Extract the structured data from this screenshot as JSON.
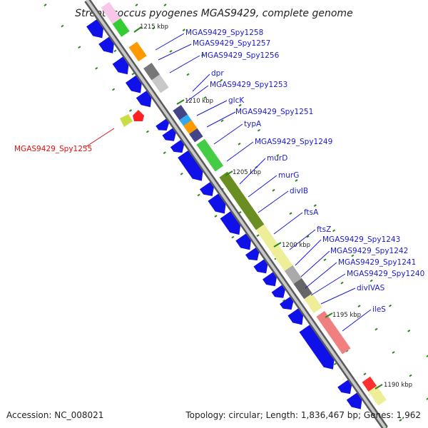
{
  "title": "Streptococcus pyogenes MGAS9429, complete genome",
  "footer": {
    "accession": "Accession: NC_008021",
    "topology": "Topology: circular; Length: 1,836,467 bp; Genes: 1,962"
  },
  "kbp_marks": [
    "1215 kbp",
    "1210 kbp",
    "1205 kbp",
    "1200 kbp",
    "1195 kbp",
    "1190 kbp"
  ],
  "gene_labels": [
    {
      "name": "MGAS9429_Spy1258",
      "color": "#1a1ad6"
    },
    {
      "name": "MGAS9429_Spy1257",
      "color": "#1a1ad6"
    },
    {
      "name": "MGAS9429_Spy1256",
      "color": "#1a1ad6"
    },
    {
      "name": "dpr",
      "color": "#1a1ad6"
    },
    {
      "name": "MGAS9429_Spy1253",
      "color": "#1a1ad6"
    },
    {
      "name": "glcK",
      "color": "#1a1ad6"
    },
    {
      "name": "MGAS9429_Spy1251",
      "color": "#1a1ad6"
    },
    {
      "name": "typA",
      "color": "#1a1ad6"
    },
    {
      "name": "MGAS9429_Spy1249",
      "color": "#1a1ad6"
    },
    {
      "name": "murD",
      "color": "#1a1ad6"
    },
    {
      "name": "murG",
      "color": "#1a1ad6"
    },
    {
      "name": "divIB",
      "color": "#1a1ad6"
    },
    {
      "name": "ftsA",
      "color": "#1a1ad6"
    },
    {
      "name": "ftsZ",
      "color": "#1a1ad6"
    },
    {
      "name": "MGAS9429_Spy1243",
      "color": "#1a1ad6"
    },
    {
      "name": "MGAS9429_Spy1242",
      "color": "#1a1ad6"
    },
    {
      "name": "MGAS9429_Spy1241",
      "color": "#1a1ad6"
    },
    {
      "name": "MGAS9429_Spy1240",
      "color": "#1a1ad6"
    },
    {
      "name": "divIVAS",
      "color": "#1a1ad6"
    },
    {
      "name": "ileS",
      "color": "#1a1ad6"
    },
    {
      "name": "MGAS9429_Spy1255",
      "color": "#e01010"
    }
  ],
  "colors": {
    "backbone": "#8a8a8a",
    "cds_arrow": "#1010e8",
    "tick_dot": "#2a8a1a",
    "label_blue": "#1a1ad6",
    "label_red": "#e01010"
  }
}
